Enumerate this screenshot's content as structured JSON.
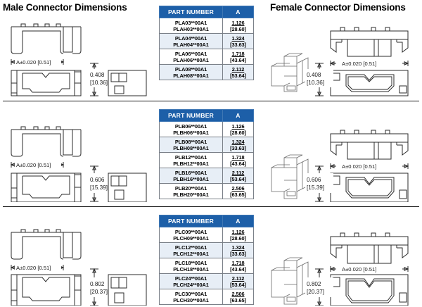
{
  "headings": {
    "male": "Male Connector Dimensions",
    "female": "Female Connector Dimensions"
  },
  "table_columns": {
    "part_number": "PART NUMBER",
    "a": "A"
  },
  "dimension_labels": {
    "width_a": "A±0.020 [0.51]",
    "height_row1_in": "0.408",
    "height_row1_mm": "[10.36]",
    "height_row2_in": "0.606",
    "height_row2_mm": "[15.39]",
    "height_row3_in": "0.802",
    "height_row3_mm": "[20.37]"
  },
  "colors": {
    "header_blue": "#1d5fa8",
    "row_alt": "#e7eef6",
    "line": "#2b2b2b",
    "text": "#000000"
  },
  "sections": [
    {
      "id": "row-a",
      "height_in": "0.408",
      "height_mm": "[10.36]",
      "rows": [
        {
          "pn_1": "PLA03**00A1",
          "pn_2": "PLAH03**00A1",
          "a_in": "1.126",
          "a_mm": "[28.60]"
        },
        {
          "pn_1": "PLA04**00A1",
          "pn_2": "PLAH04**00A1",
          "a_in": "1.324",
          "a_mm": "[33.63]"
        },
        {
          "pn_1": "PLA06**00A1",
          "pn_2": "PLAH06**00A1",
          "a_in": "1.718",
          "a_mm": "[43.64]"
        },
        {
          "pn_1": "PLA08**00A1",
          "pn_2": "PLAH08**00A1",
          "a_in": "2.112",
          "a_mm": "[53.64]"
        }
      ]
    },
    {
      "id": "row-b",
      "height_in": "0.606",
      "height_mm": "[15.39]",
      "rows": [
        {
          "pn_1": "PLB06**00A1",
          "pn_2": "PLBH06**00A1",
          "a_in": "1.126",
          "a_mm": "[28.60]"
        },
        {
          "pn_1": "PLB08**00A1",
          "pn_2": "PLBH08**00A1",
          "a_in": "1.324",
          "a_mm": "[33.63]"
        },
        {
          "pn_1": "PLB12**00A1",
          "pn_2": "PLBH12**00A1",
          "a_in": "1.718",
          "a_mm": "[43.64]"
        },
        {
          "pn_1": "PLB16**00A1",
          "pn_2": "PLBH16**00A1",
          "a_in": "2.112",
          "a_mm": "[53.64]"
        },
        {
          "pn_1": "PLB20**00A1",
          "pn_2": "PLBH20**00A1",
          "a_in": "2.506",
          "a_mm": "[63.65]"
        }
      ]
    },
    {
      "id": "row-c",
      "height_in": "0.802",
      "height_mm": "[20.37]",
      "rows": [
        {
          "pn_1": "PLC09**00A1",
          "pn_2": "PLCH09**00A1",
          "a_in": "1.126",
          "a_mm": "[28.60]"
        },
        {
          "pn_1": "PLC12**00A1",
          "pn_2": "PLCH12**00A1",
          "a_in": "1.324",
          "a_mm": "[33.63]"
        },
        {
          "pn_1": "PLC18**00A1",
          "pn_2": "PLCH18**00A1",
          "a_in": "1.718",
          "a_mm": "[43.64]"
        },
        {
          "pn_1": "PLC24**00A1",
          "pn_2": "PLCH24**00A1",
          "a_in": "2.112",
          "a_mm": "[53.64]"
        },
        {
          "pn_1": "PLC30**00A1",
          "pn_2": "PLCH30**00A1",
          "a_in": "2.506",
          "a_mm": "[63.65]"
        }
      ]
    }
  ]
}
